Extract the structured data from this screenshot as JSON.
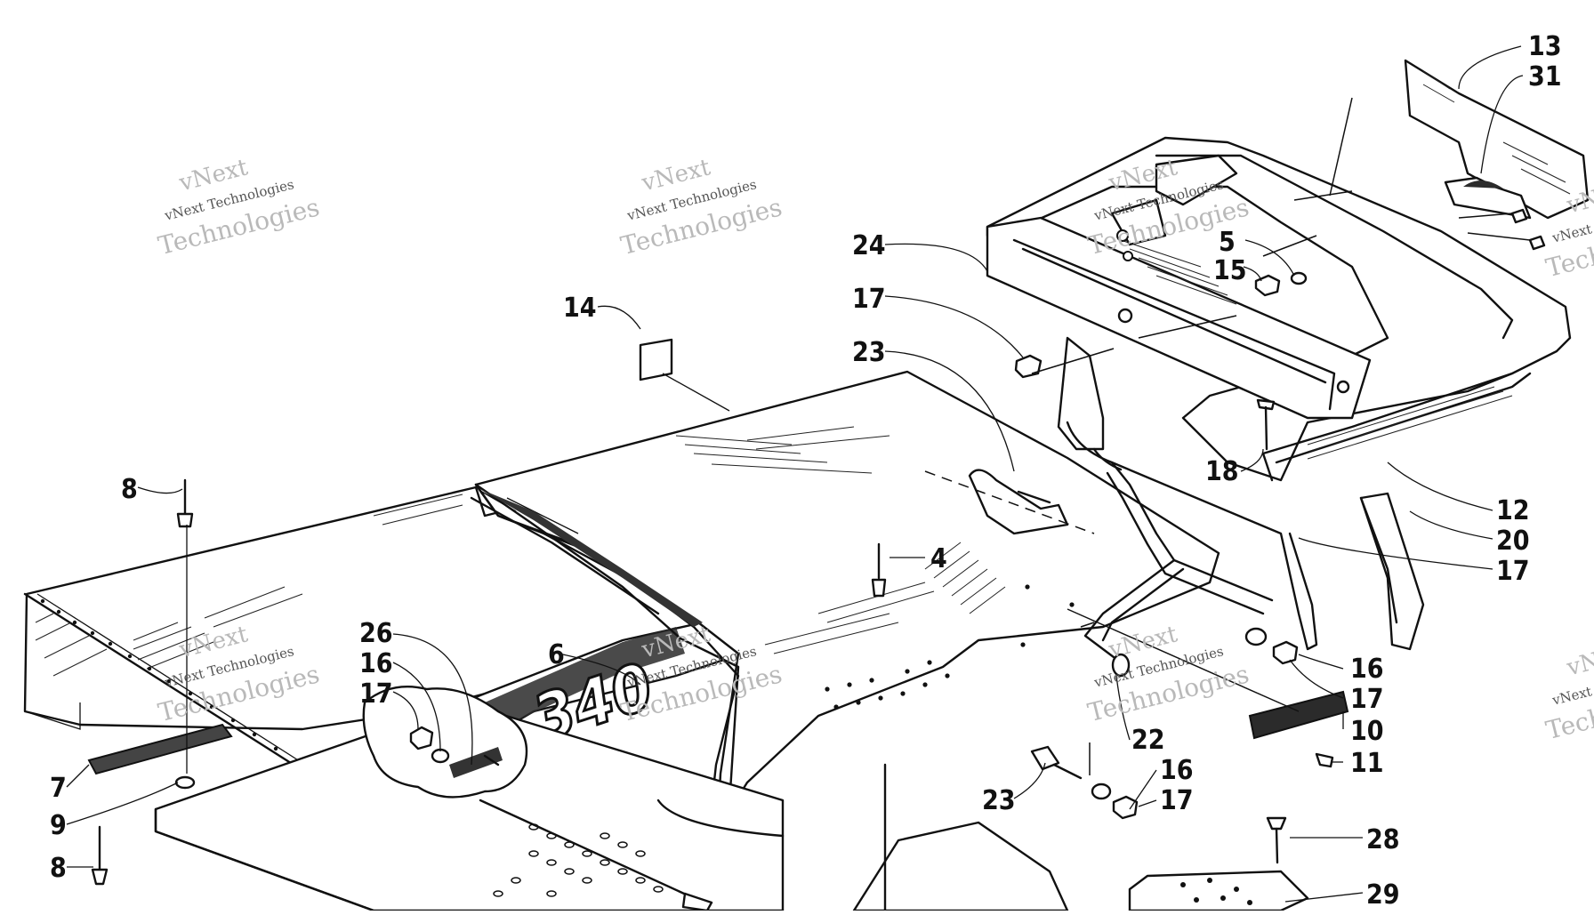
{
  "diagram": {
    "callouts": [
      "13",
      "31",
      "5",
      "15",
      "24",
      "17",
      "23",
      "14",
      "18",
      "12",
      "20",
      "17",
      "8",
      "4",
      "26",
      "16",
      "17",
      "6",
      "16",
      "17",
      "22",
      "10",
      "11",
      "23",
      "16",
      "17",
      "7",
      "9",
      "8",
      "28",
      "29"
    ],
    "part_text": "340",
    "watermarks": [
      {
        "line1": "vNext",
        "line2": "vNext Technologies",
        "line3": "Technologies"
      },
      {
        "line1": "vNext",
        "line2": "vNext Technologies",
        "line3": "Technologies"
      },
      {
        "line1": "vNext",
        "line2": "vNext Technologies",
        "line3": "Technologies"
      },
      {
        "line1": "vNext",
        "line2": "vNext Technologies",
        "line3": "Technologies"
      },
      {
        "line1": "vNext",
        "line2": "vNext Technologies",
        "line3": "Technologies"
      },
      {
        "line1": "vNext",
        "line2": "vNext Technologies",
        "line3": "Technologies"
      },
      {
        "line1": "vNext",
        "line2": "vNext Te",
        "line3": "Techn"
      },
      {
        "line1": "vNext",
        "line2": "vNext Te",
        "line3": "Techno"
      }
    ]
  }
}
